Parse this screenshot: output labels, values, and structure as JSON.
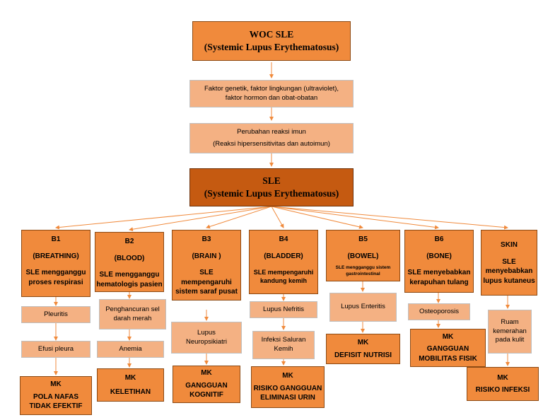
{
  "title": {
    "line1": "WOC SLE",
    "line2": "(Systemic Lupus Erythematosus)"
  },
  "flow": [
    {
      "line1": "Faktor genetik, faktor lingkungan (ultraviolet),",
      "line2": "faktor hormon dan obat-obatan"
    },
    {
      "line1": "Perubahan reaksi imun",
      "line2": "(Reaksi  hipersensitivitas dan autoimun)"
    }
  ],
  "sle": {
    "line1": "SLE",
    "line2": "(Systemic Lupus Erythematosus)"
  },
  "columns": [
    {
      "code": "B1",
      "name": "(BREATHING)",
      "desc": [
        "SLE mengganggu",
        "proses respirasi"
      ],
      "steps": [
        [
          "Pleuritis"
        ],
        [
          "Efusi pleura"
        ]
      ],
      "mk": [
        "POLA NAFAS",
        "TIDAK EFEKTIF"
      ]
    },
    {
      "code": "B2",
      "name": "(BLOOD)",
      "desc": [
        "SLE mengganggu",
        "hematologis pasien"
      ],
      "steps": [
        [
          "Penghancuran sel",
          "darah merah"
        ],
        [
          "Anemia"
        ]
      ],
      "mk": [
        "KELETIHAN"
      ]
    },
    {
      "code": "B3",
      "name": "(BRAIN )",
      "desc": [
        "SLE",
        "mempengaruhi",
        "sistem saraf pusat"
      ],
      "steps": [
        [
          "Lupus",
          "Neuropsikiatri"
        ]
      ],
      "mk": [
        "GANGGUAN",
        "KOGNITIF"
      ]
    },
    {
      "code": "B4",
      "name": "(BLADDER)",
      "desc": [
        "SLE mempengaruhi",
        "kandung kemih"
      ],
      "steps": [
        [
          "Lupus Nefritis"
        ],
        [
          "Infeksi Saluran",
          "Kemih"
        ]
      ],
      "mk": [
        "RISIKO GANGGUAN",
        "ELIMINASI URIN"
      ]
    },
    {
      "code": "B5",
      "name": "(BOWEL)",
      "desc": [
        "SLE mengganggu sistem",
        "gastrointestinal"
      ],
      "steps": [
        [
          "Lupus Enteritis"
        ]
      ],
      "mk": [
        "DEFISIT NUTRISI"
      ]
    },
    {
      "code": "B6",
      "name": "(BONE)",
      "desc": [
        "SLE menyebabkan",
        "kerapuhan tulang"
      ],
      "steps": [
        [
          "Osteoporosis"
        ]
      ],
      "mk": [
        "GANGGUAN",
        "MOBILITAS FISIK"
      ]
    },
    {
      "code": "SKIN",
      "name": "",
      "desc": [
        "SLE",
        "menyebabkan",
        "lupus kutaneus"
      ],
      "steps": [
        [
          "Ruam",
          "kemerahan",
          "pada kulit"
        ]
      ],
      "mk": [
        "RISIKO INFEKSI"
      ]
    }
  ],
  "mk_label": "MK",
  "colors": {
    "light": "#f4b183",
    "mid": "#f08a3c",
    "dark": "#c55a11",
    "arrow": "#f08a3c"
  }
}
